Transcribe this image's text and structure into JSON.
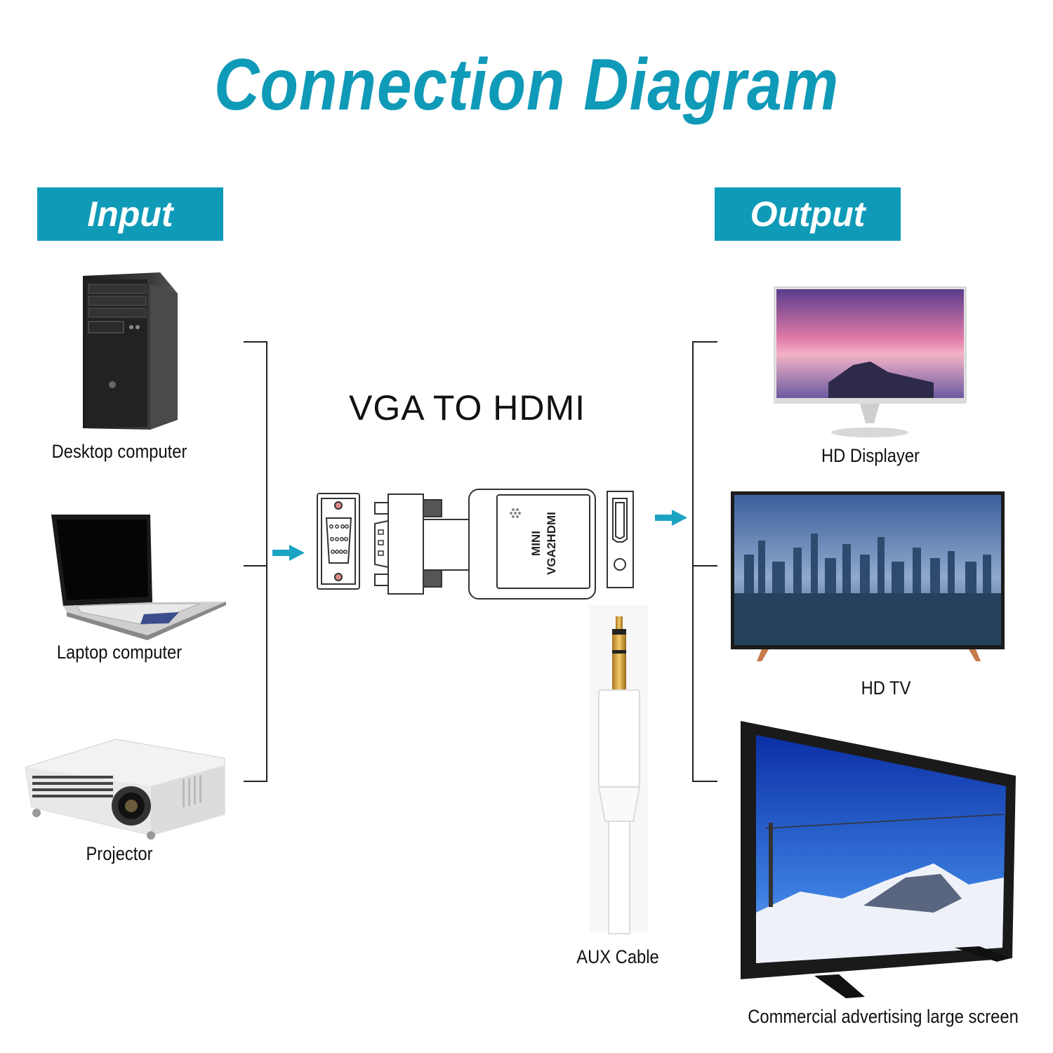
{
  "title": "Connection Diagram",
  "input_header": "Input",
  "output_header": "Output",
  "center_title": "VGA TO HDMI",
  "adapter_text": [
    "MINI",
    "VGA2HDMI"
  ],
  "inputs": [
    {
      "label": "Desktop computer"
    },
    {
      "label": "Laptop computer"
    },
    {
      "label": "Projector"
    }
  ],
  "outputs": [
    {
      "label": "HD Displayer"
    },
    {
      "label": "HD TV"
    },
    {
      "label": "Commercial advertising large screen"
    }
  ],
  "aux_label": "AUX Cable",
  "colors": {
    "accent": "#0f9ab8",
    "arrow": "#1ca3c4"
  }
}
